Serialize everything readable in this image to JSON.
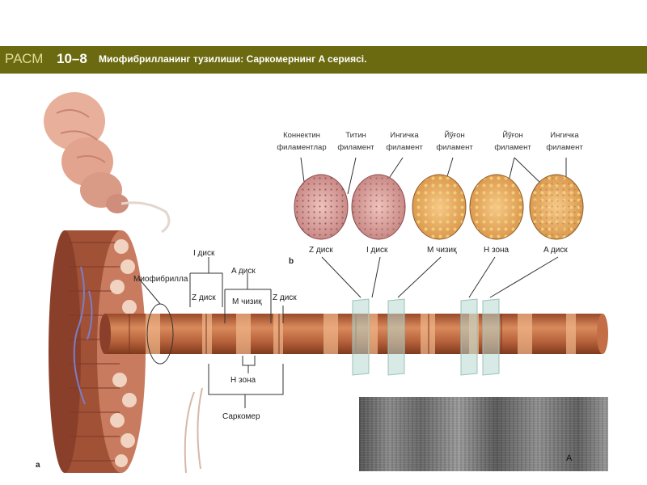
{
  "title": {
    "figure_label": "РАСМ",
    "figure_number": "10–8",
    "caption": "Миофибрилланинг тузилиши: Саркомернинг A сериясі."
  },
  "labels": {
    "i_disc_top": "I диск",
    "a_disc": "A диск",
    "myofibril": "Миофибрилла",
    "z_disc_left": "Z диск",
    "m_line": "M чизиқ",
    "z_disc_right": "Z диск",
    "h_zone": "H зона",
    "sarcomere": "Саркомер"
  },
  "panels": {
    "a": "a",
    "b": "b",
    "micrograph": "A"
  },
  "cross_sections": [
    {
      "top_label": "Коннектин\nфиламентлар",
      "bottom_label": "Z диск"
    },
    {
      "top_label": "Титин\nфиламент",
      "bottom_label": "I диск"
    },
    {
      "top_label": "Ингичка\nфиламент",
      "bottom_label": "M чизиқ"
    },
    {
      "top_label": "Йўғон\nфиламент",
      "bottom_label": "H зона"
    },
    {
      "top_label": "Йўғон\nфиламент",
      "bottom_label": "A диск"
    },
    {
      "top_label": "Ингичка\nфиламент",
      "bottom_label": ""
    }
  ],
  "colors": {
    "title_bar": "#6b6a10",
    "muscle": "#b5603a",
    "muscle_light": "#d98a5c",
    "fascicle": "#e7b199",
    "section_pink": "#d9a0a0",
    "section_orange": "#e8a860",
    "glass": "#b8d8d0"
  }
}
